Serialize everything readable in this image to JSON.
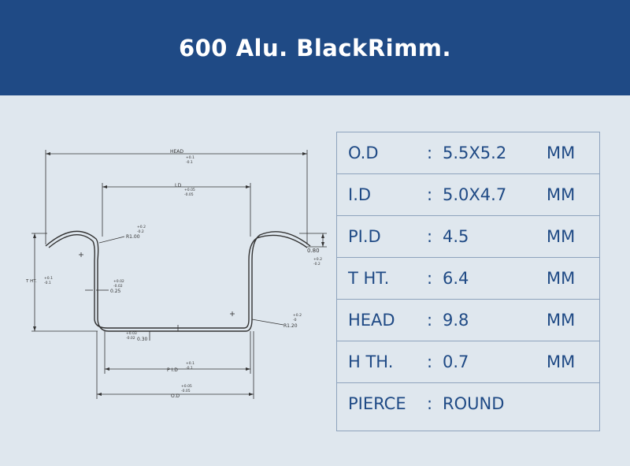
{
  "header": {
    "title": "600 Alu. BlackRimm."
  },
  "specs": [
    {
      "label": "O.D",
      "colon": ":",
      "value": "5.5X5.2",
      "unit": "MM"
    },
    {
      "label": "I.D",
      "colon": ":",
      "value": "5.0X4.7",
      "unit": "MM"
    },
    {
      "label": "PI.D",
      "colon": ":",
      "value": "4.5",
      "unit": "MM"
    },
    {
      "label": "T HT.",
      "colon": ":",
      "value": "6.4",
      "unit": "MM"
    },
    {
      "label": "HEAD",
      "colon": ":",
      "value": "9.8",
      "unit": "MM"
    },
    {
      "label": "H TH.",
      "colon": ":",
      "value": "0.7",
      "unit": "MM"
    },
    {
      "label": "PIERCE",
      "colon": ":",
      "value": "ROUND",
      "unit": ""
    }
  ],
  "drawing": {
    "head": {
      "label": "HEAD",
      "tol_plus": "+0.1",
      "tol_minus": "-0.1"
    },
    "id": {
      "label": "I.D",
      "tol_plus": "+0.05",
      "tol_minus": "-0.05"
    },
    "r_top": {
      "label": "R1.00",
      "tol_plus": "+0.2",
      "tol_minus": "-0.2"
    },
    "thickness_top": {
      "label": "0.80",
      "tol_plus": "+0.2",
      "tol_minus": "-0.2"
    },
    "tht": {
      "label": "T HT.",
      "tol_plus": "+0.1",
      "tol_minus": "-0.1"
    },
    "wall": {
      "label": "0.25",
      "tol_plus": "+0.02",
      "tol_minus": "-0.02"
    },
    "bottom": {
      "label": "0.30",
      "tol_plus": "+0.03",
      "tol_minus": "-0.02"
    },
    "r_bottom": {
      "label": "R1.20",
      "tol_plus": "+0.2",
      "tol_minus": "-0"
    },
    "pid": {
      "label": "P I.D",
      "tol_plus": "+0.1",
      "tol_minus": "-0.1"
    },
    "od": {
      "label": "O.D",
      "tol_plus": "+0.05",
      "tol_minus": "-0.05"
    }
  }
}
